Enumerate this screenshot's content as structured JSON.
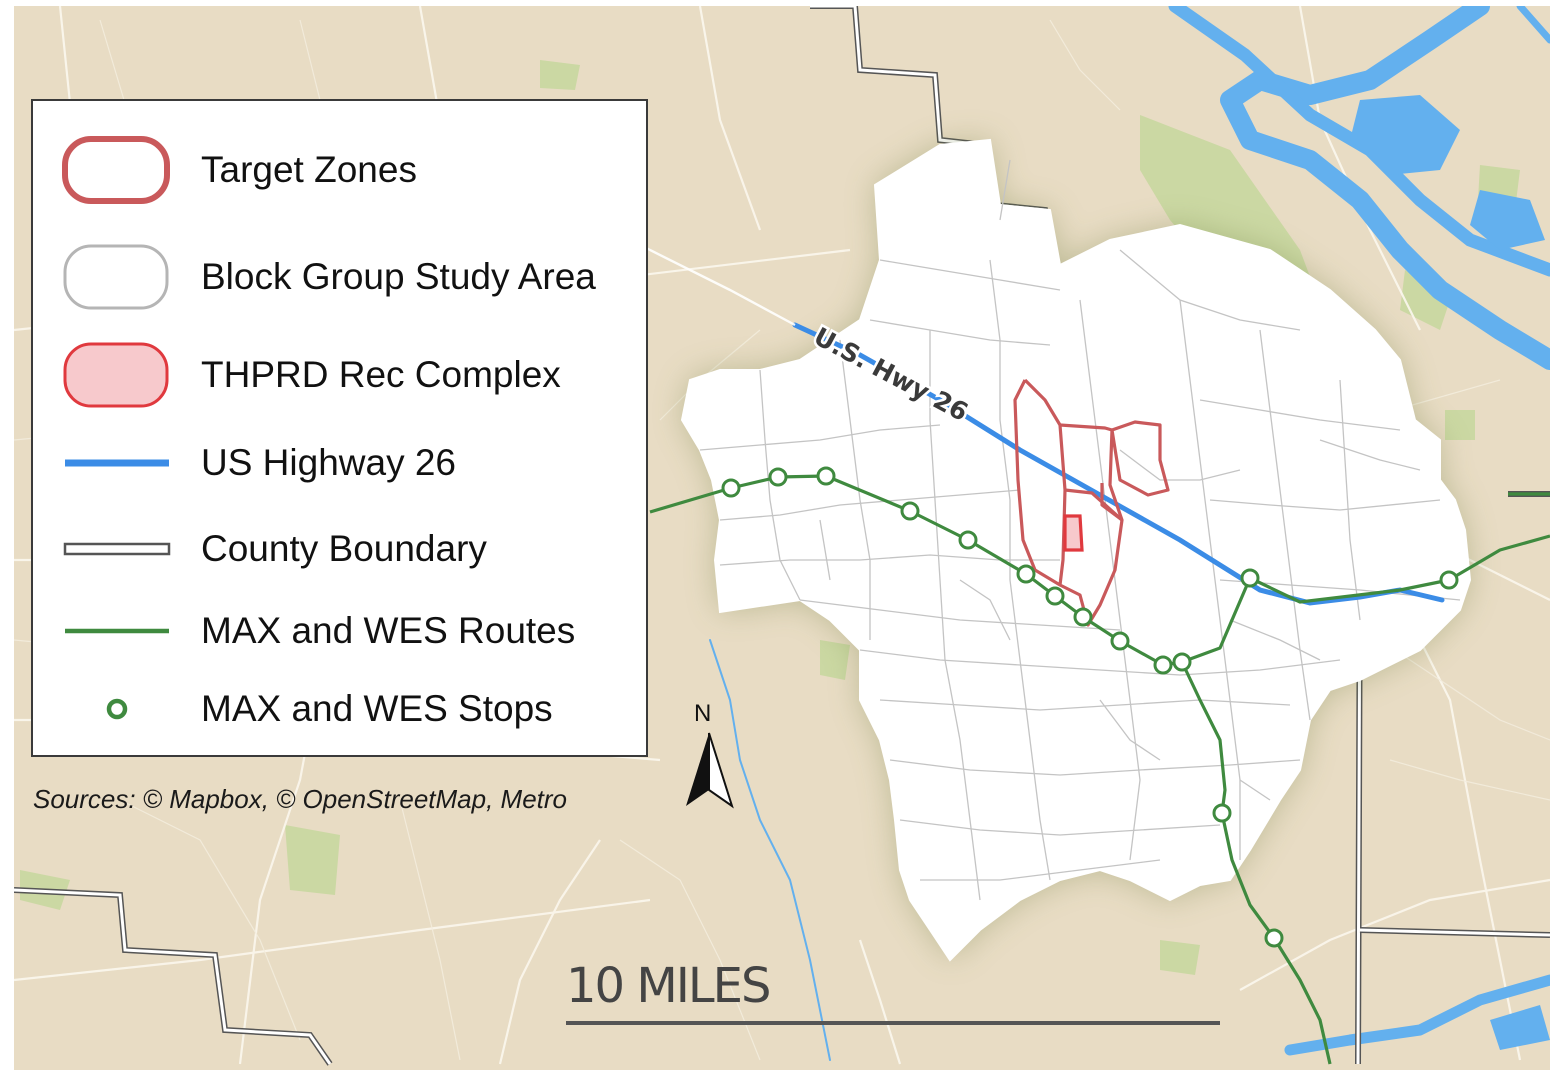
{
  "legend": {
    "items": [
      {
        "label": "Target Zones",
        "symbol": "target-zone-swatch",
        "color": "#c9595b"
      },
      {
        "label": "Block Group Study Area",
        "symbol": "study-area-swatch",
        "color": "#b5b5b5"
      },
      {
        "label": "THPRD Rec Complex",
        "symbol": "rec-complex-swatch",
        "color": "#e0393e"
      },
      {
        "label": "US Highway 26",
        "symbol": "highway-line-swatch",
        "color": "#3b8ce6"
      },
      {
        "label": "County Boundary",
        "symbol": "county-boundary-swatch",
        "color": "#555555"
      },
      {
        "label": "MAX and WES Routes",
        "symbol": "transit-route-swatch",
        "color": "#3f8a3f"
      },
      {
        "label": "MAX and WES Stops",
        "symbol": "transit-stop-swatch",
        "color": "#3f8a3f"
      }
    ]
  },
  "map_labels": {
    "highway": "U.S. Hwy 26",
    "north": "N"
  },
  "sources": "Sources: © Mapbox, © OpenStreetMap, Metro",
  "scale": {
    "label": "10 MILES"
  },
  "colors": {
    "land": "#e8dcc4",
    "water": "#63b0ee",
    "park": "#c6d79e",
    "study_area": "#ffffff",
    "target_zone": "#c9595b",
    "rec_complex_fill": "#f7c9cc",
    "highway": "#3b8ce6",
    "transit": "#3f8a3f"
  }
}
